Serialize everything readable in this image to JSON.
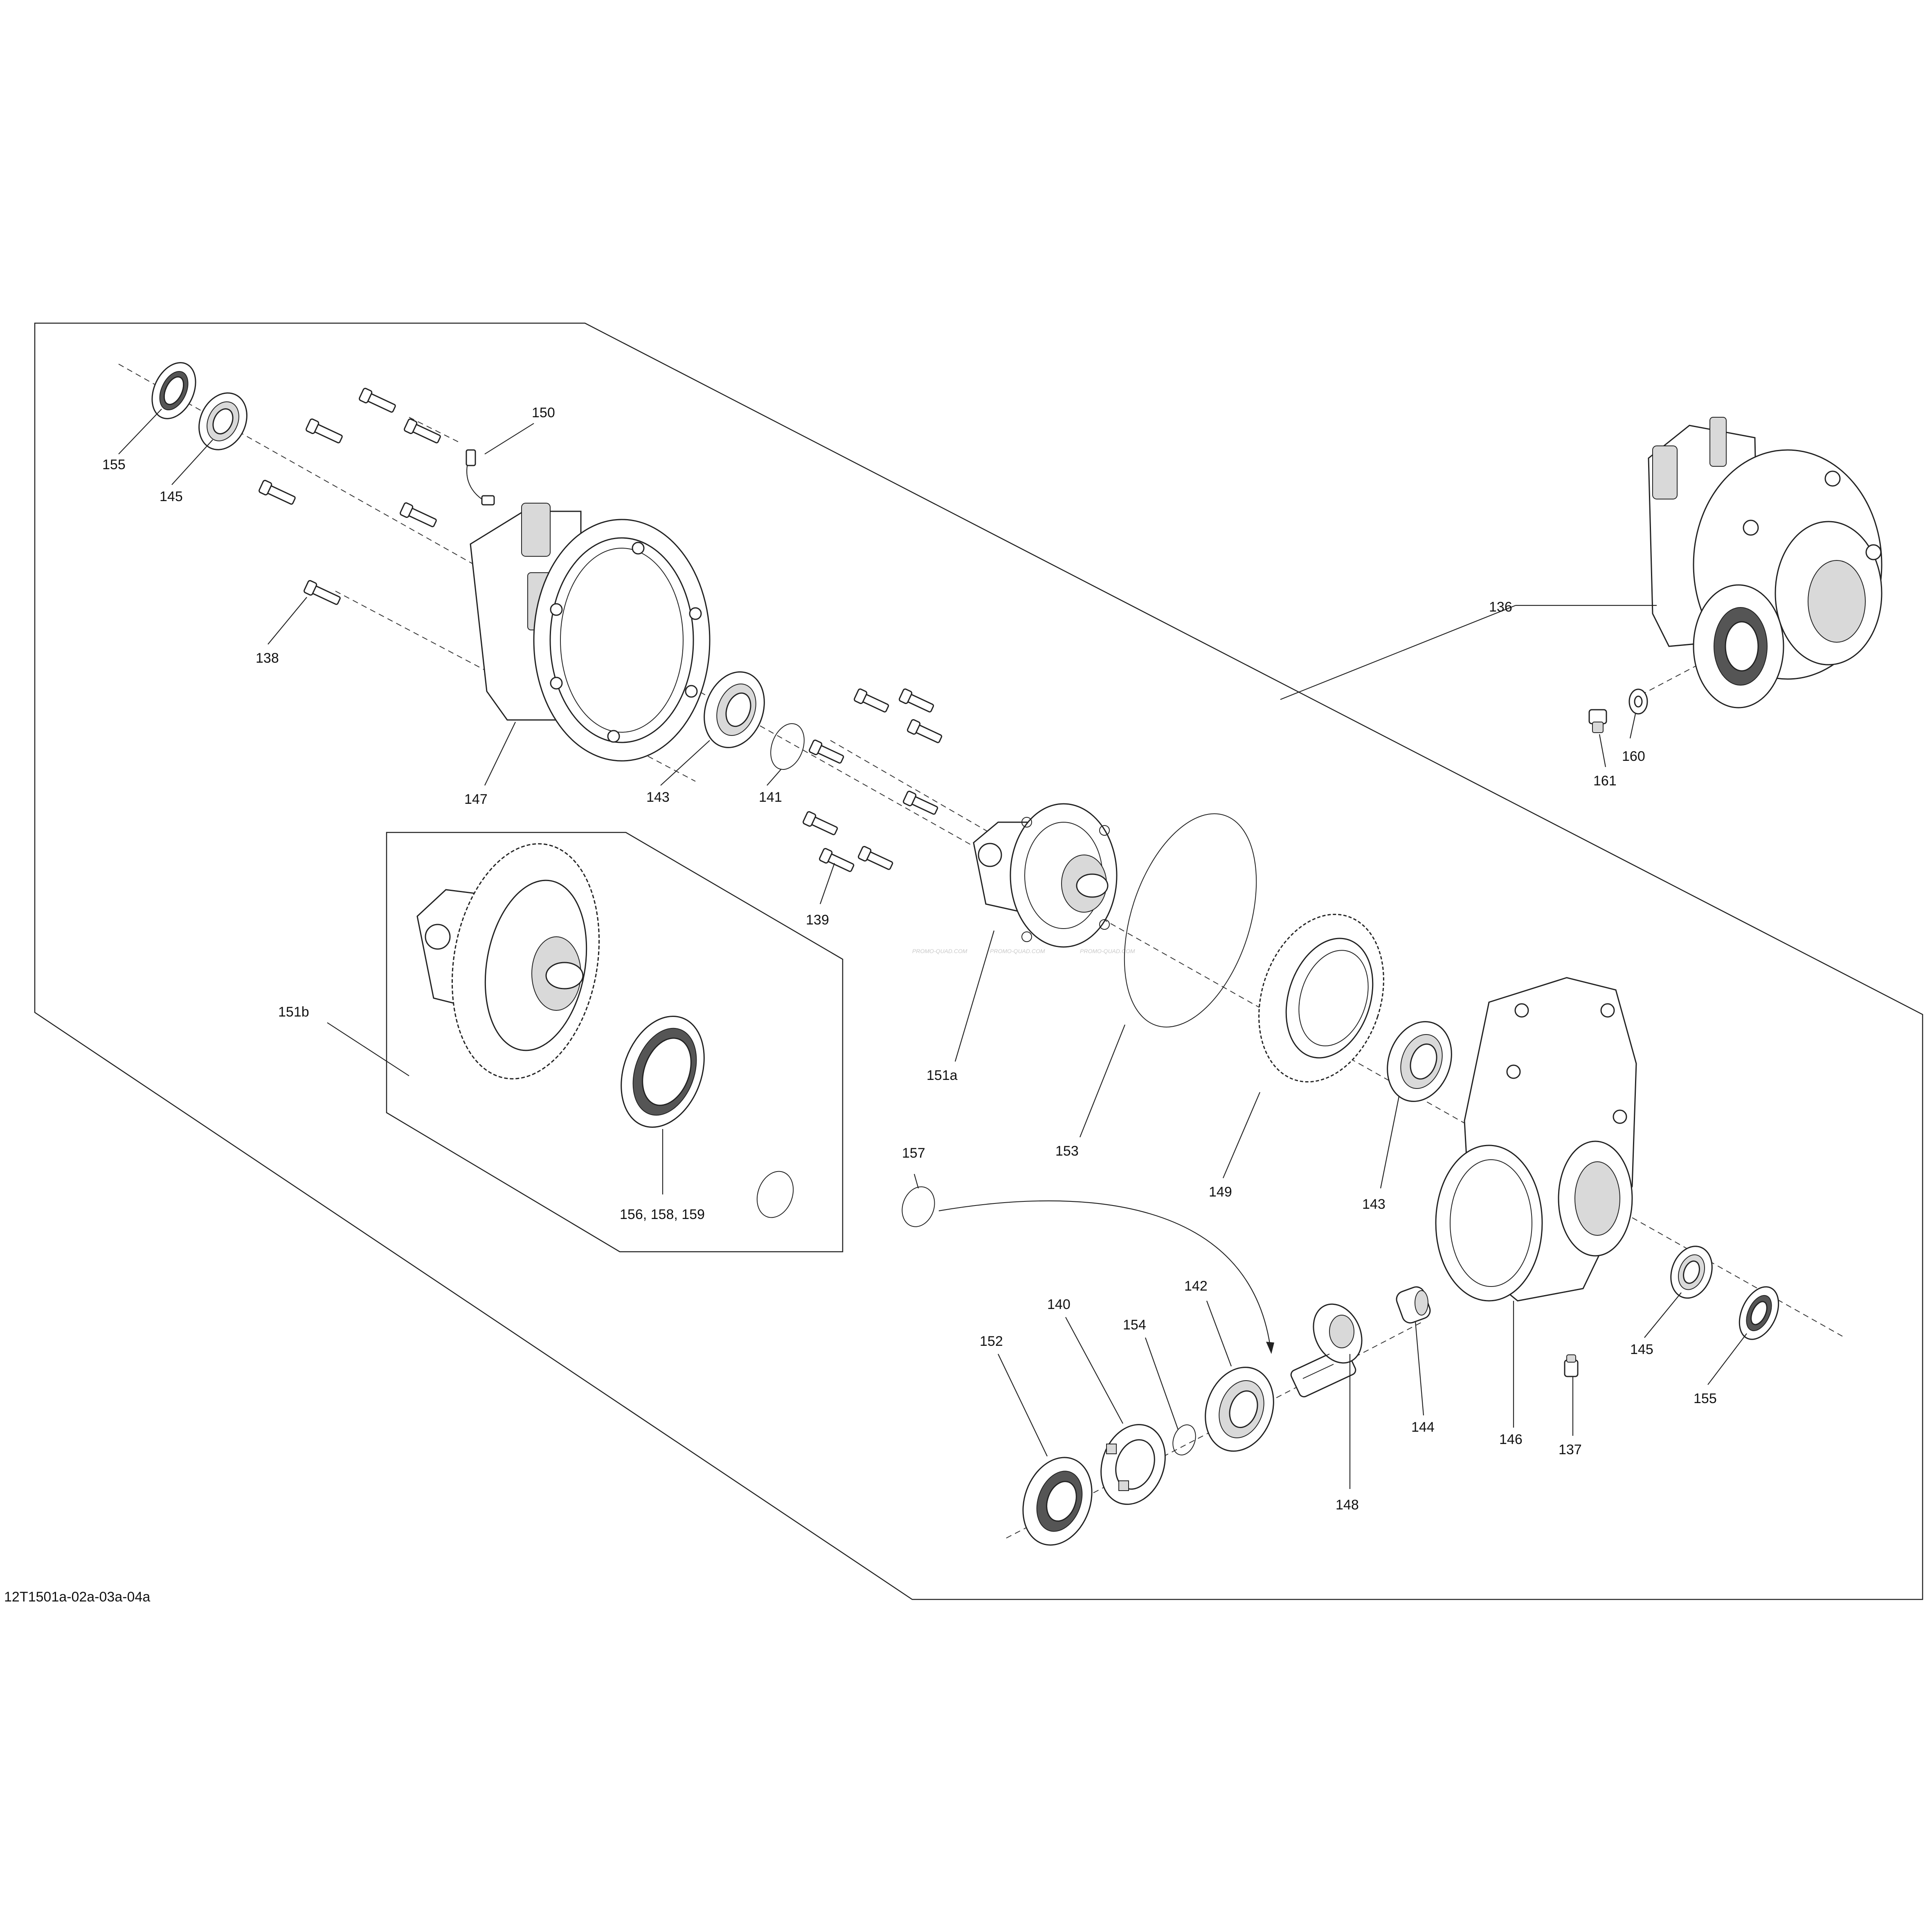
{
  "diagram": {
    "drawing_id": "12T1501a-02a-03a-04a",
    "watermark": "PROMO-QUAD.COM",
    "callouts": {
      "c136": "136",
      "c137": "137",
      "c138": "138",
      "c139": "139",
      "c140": "140",
      "c141": "141",
      "c142": "142",
      "c143a": "143",
      "c143b": "143",
      "c144": "144",
      "c145a": "145",
      "c145b": "145",
      "c146": "146",
      "c147": "147",
      "c148": "148",
      "c149": "149",
      "c150": "150",
      "c151a": "151a",
      "c151b": "151b",
      "c152": "152",
      "c153": "153",
      "c154": "154",
      "c155a": "155",
      "c155b": "155",
      "c156": "156, 158, 159",
      "c157": "157",
      "c160": "160",
      "c161": "161"
    }
  }
}
